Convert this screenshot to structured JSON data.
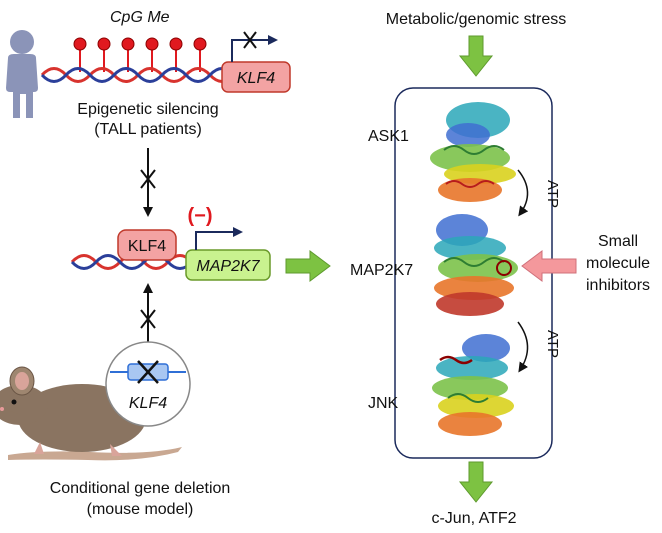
{
  "top": {
    "cpg_label": "CpG Me",
    "gene": "KLF4",
    "caption_line1": "Epigenetic silencing",
    "caption_line2": "(TALL patients)"
  },
  "middle": {
    "tf": "KLF4",
    "target_gene": "MAP2K7",
    "repression": "(−)"
  },
  "bottom": {
    "deleted_gene": "KLF4",
    "caption_line1": "Conditional gene deletion",
    "caption_line2": "(mouse model)"
  },
  "pathway": {
    "stress_label": "Metabolic/genomic stress",
    "kinases": [
      "ASK1",
      "MAP2K7",
      "JNK"
    ],
    "atp_labels": [
      "ATP",
      "ATP"
    ],
    "output": "c-Jun, ATF2",
    "inhibitors": [
      "Small",
      "molecule",
      "inhibitors"
    ]
  },
  "colors": {
    "green_arrow": "#7dc242",
    "pink_arrow": "#f4989c",
    "klf4_box": "#f3a3a3",
    "map2k7_box": "#c9f28f",
    "methyl_red": "#e0191f",
    "dna_red": "#d8332e",
    "dna_blue": "#2b3f9a",
    "human": "#8b94b8",
    "mouse": "#8a7461"
  }
}
